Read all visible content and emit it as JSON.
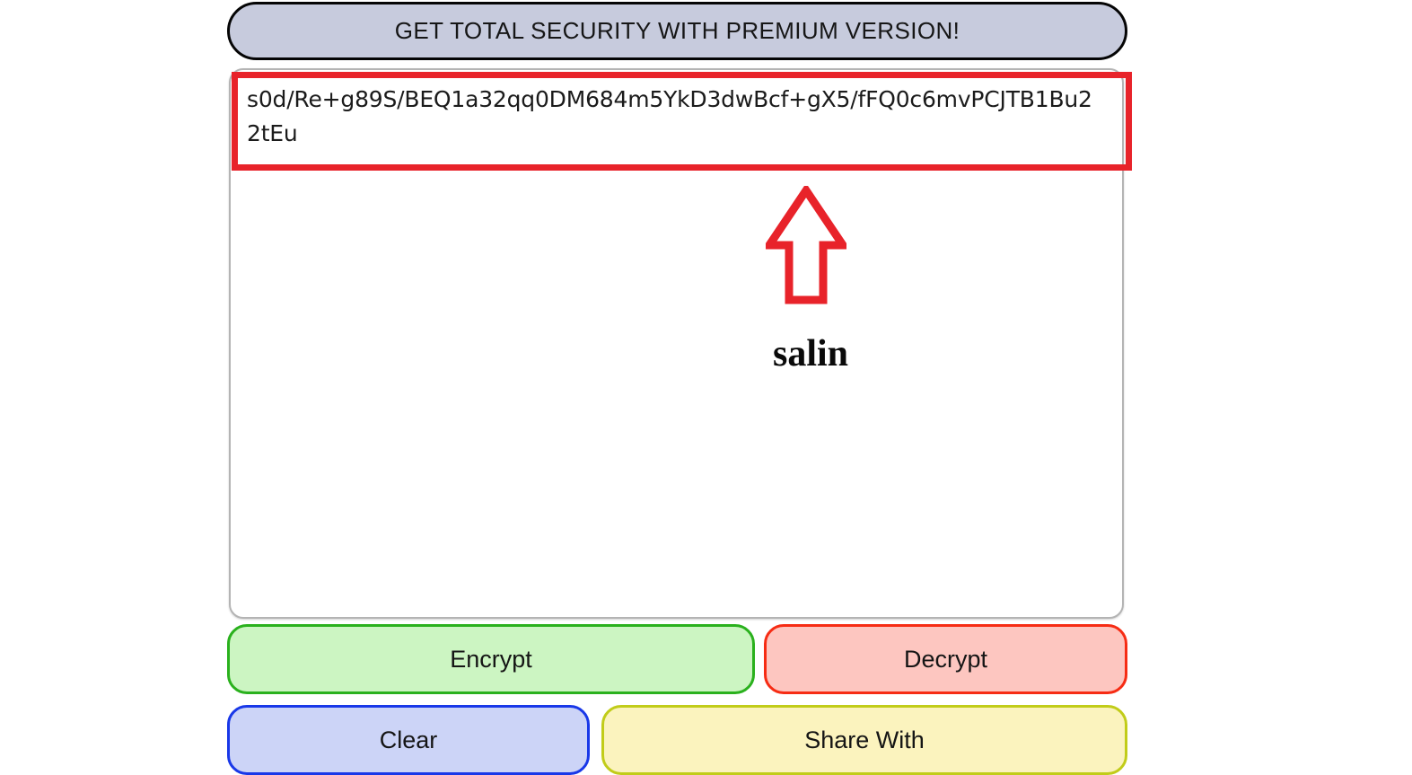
{
  "app": {
    "background_color": "#ffffff"
  },
  "banner": {
    "label": "GET TOTAL SECURITY WITH PREMIUM VERSION!",
    "background_color": "#c7cbdd",
    "border_color": "#050505"
  },
  "textarea": {
    "value": "s0d/Re+g89S/BEQ1a32qq0DM684m5YkD3dwBcf+gX5/fFQ0c6mvPCJTB1Bu22tEu",
    "border_color": "#b4b4b4"
  },
  "annotations": {
    "highlight_color": "#e8232a",
    "arrow_color": "#e8232a",
    "arrow_direction": "up",
    "caption": "salin"
  },
  "buttons": {
    "encrypt": {
      "label": "Encrypt",
      "fill_color": "#ccf5c2",
      "border_color": "#2ab11d"
    },
    "decrypt": {
      "label": "Decrypt",
      "fill_color": "#fdc6c0",
      "border_color": "#f62c14"
    },
    "clear": {
      "label": "Clear",
      "fill_color": "#ccd4f7",
      "border_color": "#1938e8"
    },
    "share": {
      "label": "Share With",
      "fill_color": "#fbf3be",
      "border_color": "#c1cc19"
    }
  }
}
